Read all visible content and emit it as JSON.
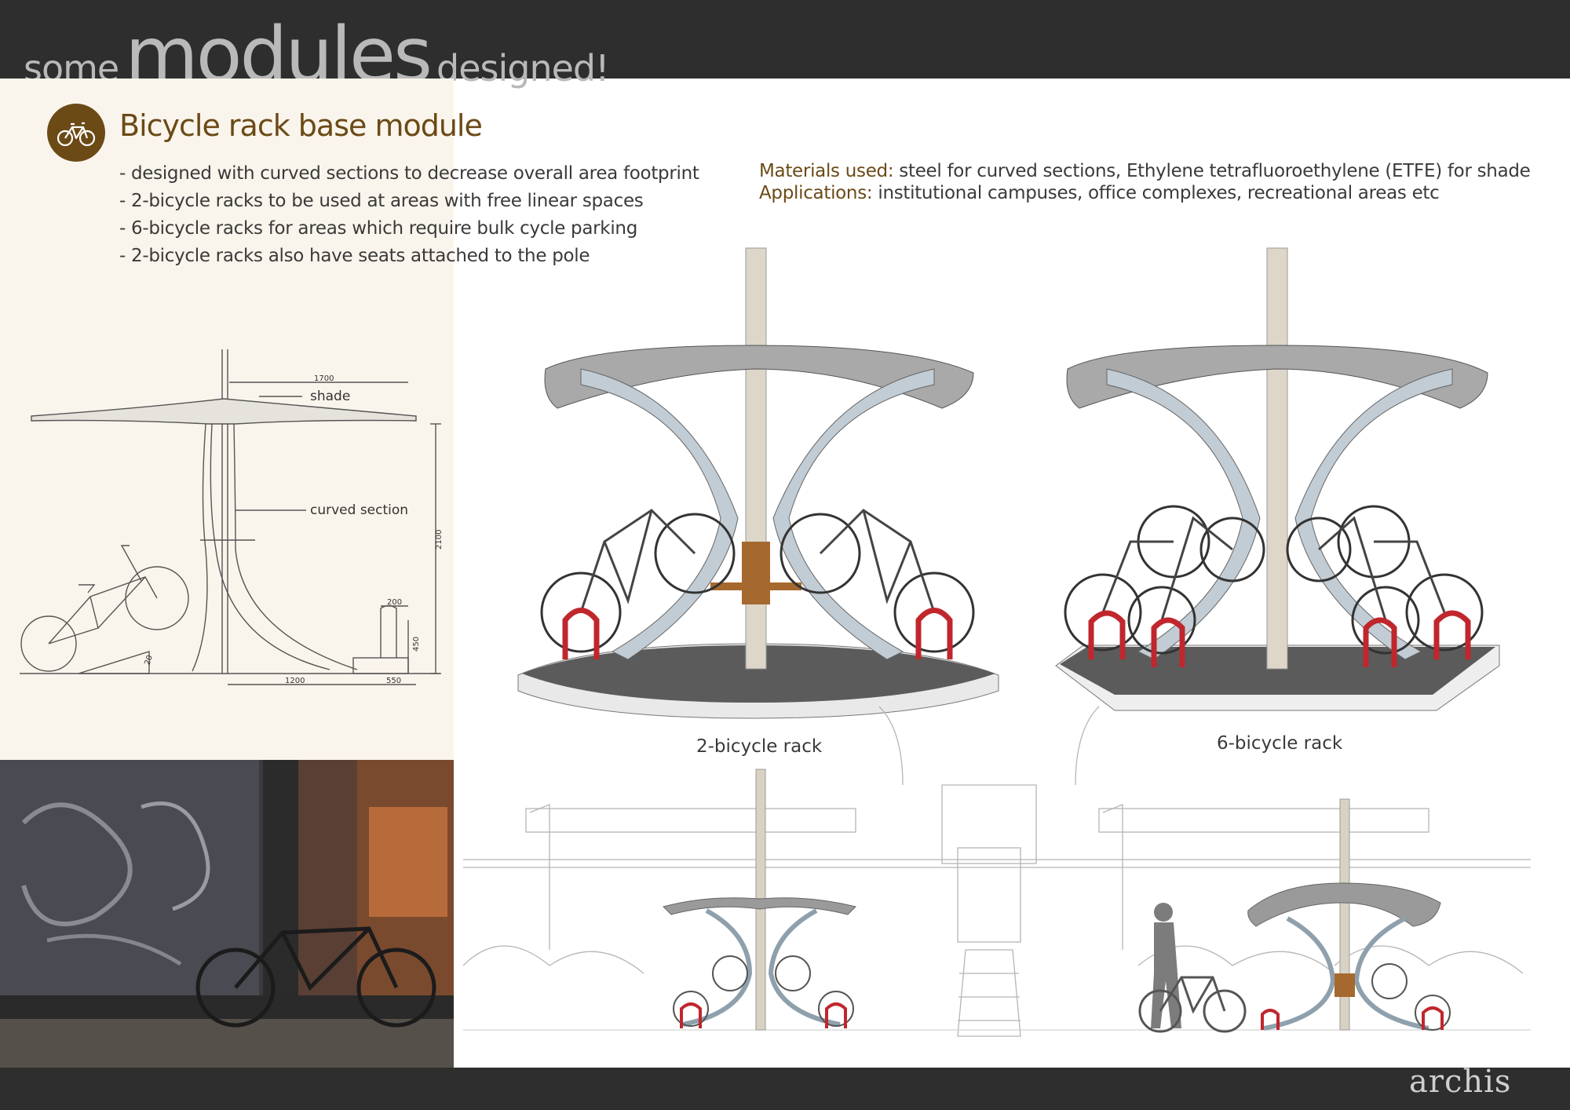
{
  "header": {
    "word1": "some",
    "word2": "modules",
    "word3": "designed!"
  },
  "module": {
    "title": "Bicycle rack base module",
    "icon": "bicycle-icon",
    "bullets": [
      "- designed with curved sections to decrease overall area footprint",
      "- 2-bicycle racks to be used at areas with free linear spaces",
      "- 6-bicycle racks for  areas which require bulk cycle parking",
      "- 2-bicycle racks also have seats attached to the pole"
    ]
  },
  "materials": {
    "label": "Materials used:",
    "value": " steel for curved sections, Ethylene tetrafluoroethylene (ETFE) for shade"
  },
  "applications": {
    "label": "Applications:",
    "value": " institutional campuses, office complexes, recreational areas etc"
  },
  "drawing": {
    "shade_label": "shade",
    "curved_label": "curved section",
    "dims": [
      "1700",
      "2100",
      "200",
      "450",
      "1200",
      "550",
      "20"
    ]
  },
  "renders": {
    "rack2_caption": "2-bicycle rack",
    "rack6_caption": "6-bicycle rack"
  },
  "logo": "archis",
  "colors": {
    "bar": "#2e2e2e",
    "accent": "#6b4a16",
    "panel": "#faf5ec",
    "rack_red": "#c0272d"
  }
}
